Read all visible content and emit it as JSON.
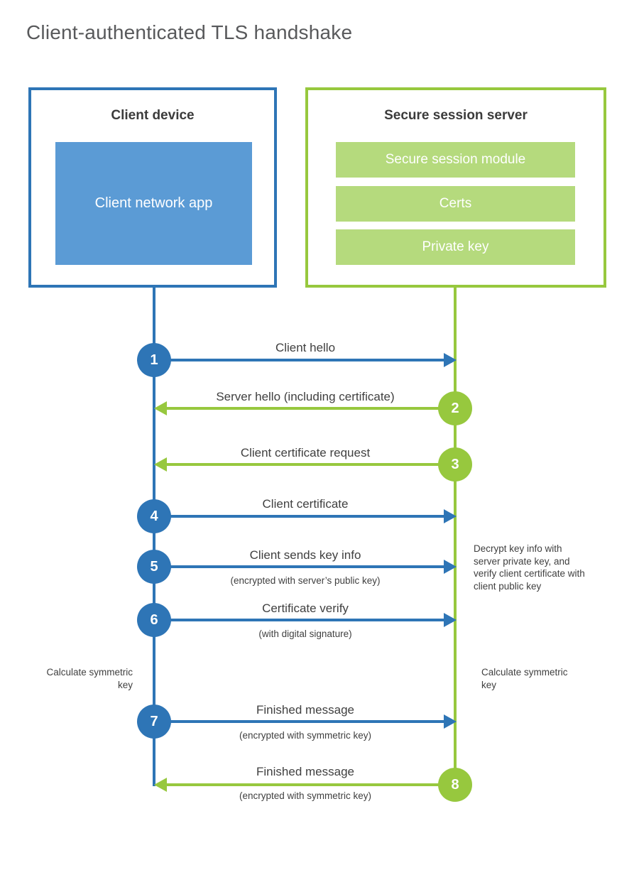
{
  "title": "Client-authenticated TLS handshake",
  "colors": {
    "blue": "#2e75b6",
    "blue_light": "#5b9bd5",
    "green": "#97c83e",
    "green_light": "#b5da7d",
    "text": "#404040",
    "title_text": "#58595b"
  },
  "client": {
    "title": "Client device",
    "app_label": "Client network app"
  },
  "server": {
    "title": "Secure session server",
    "modules": [
      "Secure session module",
      "Certs",
      "Private key"
    ]
  },
  "messages": [
    {
      "step": "1",
      "label": "Client hello",
      "sub": "",
      "direction": "right",
      "color": "blue"
    },
    {
      "step": "2",
      "label": "Server hello (including certificate)",
      "sub": "",
      "direction": "left",
      "color": "green"
    },
    {
      "step": "3",
      "label": "Client certificate request",
      "sub": "",
      "direction": "left",
      "color": "green"
    },
    {
      "step": "4",
      "label": "Client certificate",
      "sub": "",
      "direction": "right",
      "color": "blue"
    },
    {
      "step": "5",
      "label": "Client sends key info",
      "sub": "(encrypted with server’s public key)",
      "direction": "right",
      "color": "blue"
    },
    {
      "step": "6",
      "label": "Certificate verify",
      "sub": "(with digital signature)",
      "direction": "right",
      "color": "blue"
    },
    {
      "step": "7",
      "label": "Finished message",
      "sub": "(encrypted with symmetric key)",
      "direction": "right",
      "color": "blue"
    },
    {
      "step": "8",
      "label": "Finished message",
      "sub": "(encrypted with symmetric key)",
      "direction": "left",
      "color": "green"
    }
  ],
  "annotations": {
    "decrypt_note": "Decrypt key info with server private key, and verify client certificate with client public key",
    "calc_left": "Calculate symmetric key",
    "calc_right": "Calculate symmetric key"
  }
}
